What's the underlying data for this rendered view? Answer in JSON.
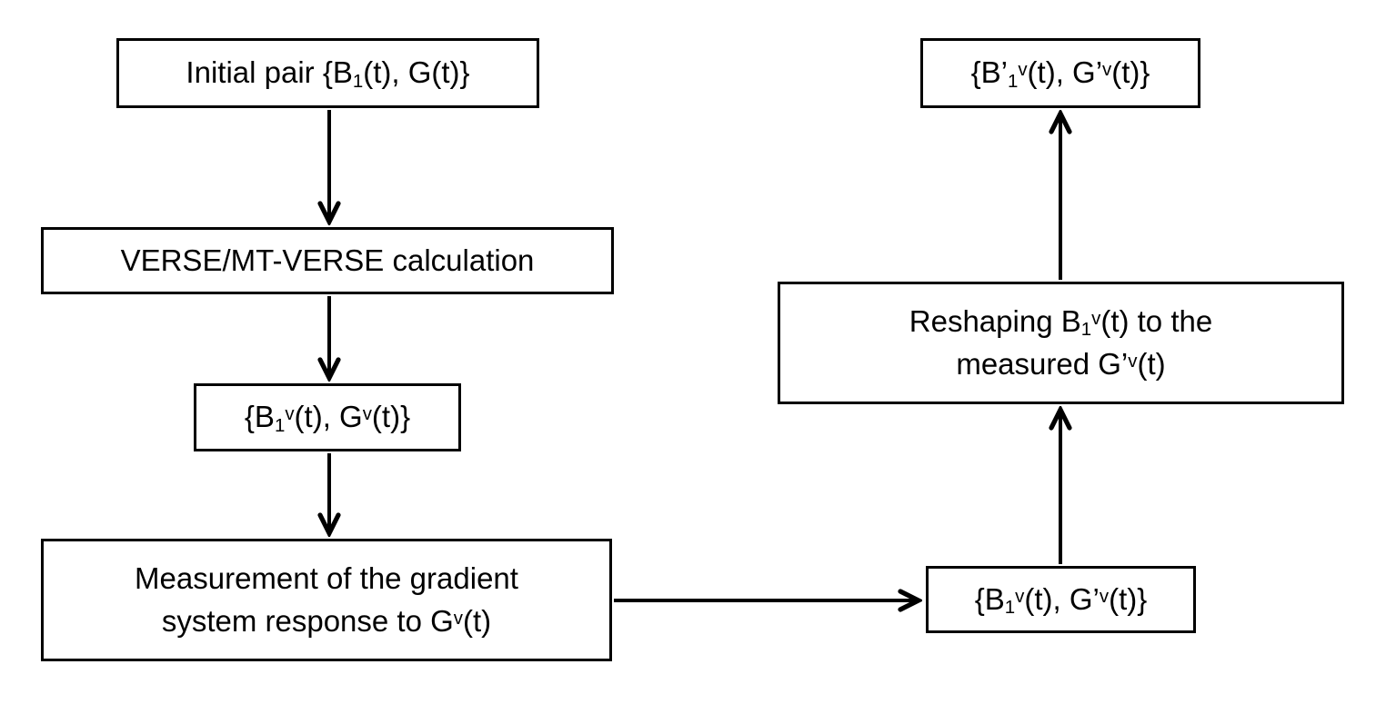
{
  "diagram": {
    "title": "VERSE/MT-VERSE pulse calculation flowchart",
    "background_color": "#ffffff",
    "line_color": "#000000",
    "nodes": [
      {
        "id": "initial-pair",
        "lines": [
          [
            {
              "t": "Initial pair {B"
            },
            {
              "t": "1",
              "s": "sub"
            },
            {
              "t": "(t), G(t)}"
            }
          ]
        ]
      },
      {
        "id": "verse-calculation",
        "lines": [
          [
            {
              "t": "VERSE/MT-VERSE calculation"
            }
          ]
        ]
      },
      {
        "id": "verse-pair",
        "lines": [
          [
            {
              "t": "{B"
            },
            {
              "t": "1",
              "s": "sub"
            },
            {
              "t": "v",
              "s": "sup"
            },
            {
              "t": "(t), G"
            },
            {
              "t": "v",
              "s": "sup"
            },
            {
              "t": "(t)}"
            }
          ]
        ]
      },
      {
        "id": "measurement",
        "lines": [
          [
            {
              "t": "Measurement of the gradient"
            }
          ],
          [
            {
              "t": "system response to G"
            },
            {
              "t": "v",
              "s": "sup"
            },
            {
              "t": "(t)"
            }
          ]
        ]
      },
      {
        "id": "measured-pair",
        "lines": [
          [
            {
              "t": "{B"
            },
            {
              "t": "1",
              "s": "sub"
            },
            {
              "t": "v",
              "s": "sup"
            },
            {
              "t": "(t), G’"
            },
            {
              "t": "v",
              "s": "sup"
            },
            {
              "t": "(t)}"
            }
          ]
        ]
      },
      {
        "id": "reshaping",
        "lines": [
          [
            {
              "t": "Reshaping B"
            },
            {
              "t": "1",
              "s": "sub"
            },
            {
              "t": "v",
              "s": "sup"
            },
            {
              "t": "(t) to the"
            }
          ],
          [
            {
              "t": "measured G’"
            },
            {
              "t": "v",
              "s": "sup"
            },
            {
              "t": "(t)"
            }
          ]
        ]
      },
      {
        "id": "final-pair",
        "lines": [
          [
            {
              "t": "{B’"
            },
            {
              "t": "1",
              "s": "sub"
            },
            {
              "t": "v",
              "s": "sup"
            },
            {
              "t": "(t), G’"
            },
            {
              "t": "v",
              "s": "sup"
            },
            {
              "t": "(t)}"
            }
          ]
        ]
      }
    ],
    "edges": [
      {
        "from": "initial-pair",
        "to": "verse-calculation",
        "direction": "down"
      },
      {
        "from": "verse-calculation",
        "to": "verse-pair",
        "direction": "down"
      },
      {
        "from": "verse-pair",
        "to": "measurement",
        "direction": "down"
      },
      {
        "from": "measurement",
        "to": "measured-pair",
        "direction": "right"
      },
      {
        "from": "measured-pair",
        "to": "reshaping",
        "direction": "up"
      },
      {
        "from": "reshaping",
        "to": "final-pair",
        "direction": "up"
      }
    ]
  }
}
